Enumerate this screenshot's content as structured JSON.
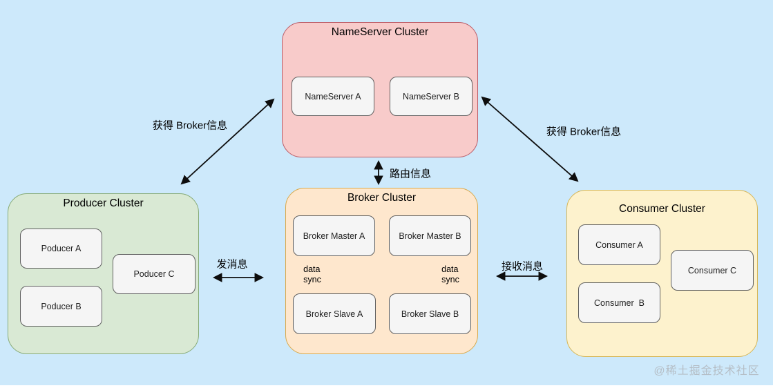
{
  "canvas": {
    "background_color": "#cde9fb",
    "bottom_bar_color": "#ffffff"
  },
  "clusters": {
    "nameserver": {
      "title": "NameServer Cluster",
      "fill": "#f8cbca",
      "stroke": "#bb5b66",
      "nodes": [
        {
          "label": "NameServer A"
        },
        {
          "label": "NameServer B"
        }
      ]
    },
    "producer": {
      "title": "Producer Cluster",
      "fill": "#d9e9d4",
      "stroke": "#87ab77",
      "nodes": [
        {
          "label": "Poducer A"
        },
        {
          "label": "Poducer C"
        },
        {
          "label": "Poducer B"
        }
      ]
    },
    "broker": {
      "title": "Broker Cluster",
      "fill": "#fee7cd",
      "stroke": "#d8a94c",
      "nodes": [
        {
          "label": "Broker Master A"
        },
        {
          "label": "Broker Master B"
        },
        {
          "label": "Broker Slave A"
        },
        {
          "label": "Broker Slave B"
        }
      ]
    },
    "consumer": {
      "title": "Consumer Cluster",
      "fill": "#fdf2cd",
      "stroke": "#d6b656",
      "nodes": [
        {
          "label": "Consumer A"
        },
        {
          "label": "Consumer C"
        },
        {
          "label": "Consumer  B"
        }
      ]
    }
  },
  "edges": {
    "producer_nameserver": {
      "label": "获得 Broker信息"
    },
    "nameserver_consumer": {
      "label": "获得 Broker信息"
    },
    "nameserver_broker": {
      "label": "路由信息"
    },
    "producer_broker": {
      "label": "发消息"
    },
    "broker_consumer": {
      "label": "接收消息"
    },
    "master_slave_a": {
      "label": "data\nsync"
    },
    "master_slave_b": {
      "label": "data\nsync"
    }
  },
  "watermark": {
    "text": "@稀土掘金技术社区",
    "color": "#b5bec6"
  },
  "arrow_color": "#0d0d0d"
}
